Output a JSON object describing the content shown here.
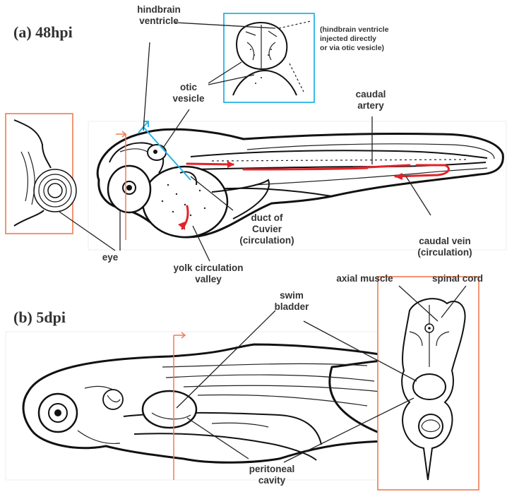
{
  "panels": {
    "a": "(a) 48hpi",
    "b": "(b) 5dpi"
  },
  "labels": {
    "hindbrain_ventricle": [
      "hindbrain",
      "ventricle"
    ],
    "hindbrain_note": [
      "(hindbrain ventricle",
      "injected directly",
      "or via otic vesicle)"
    ],
    "otic_vesicle": [
      "otic",
      "vesicle"
    ],
    "caudal_artery": [
      "caudal",
      "artery"
    ],
    "duct_of_cuvier": [
      "duct of",
      "Cuvier",
      "(circulation)"
    ],
    "caudal_vein": [
      "caudal vein",
      "(circulation)"
    ],
    "eye": "eye",
    "yolk_circulation_valley": [
      "yolk circulation",
      "valley"
    ],
    "axial_muscle": "axial muscle",
    "spinal_cord": "spinal cord",
    "swim_bladder": [
      "swim",
      "bladder"
    ],
    "peritoneal_cavity": [
      "peritoneal",
      "cavity"
    ]
  },
  "colors": {
    "inset_box_orange": "#f27b50",
    "inset_box_blue": "#27b4e6",
    "circulation_red": "#e0242b"
  }
}
